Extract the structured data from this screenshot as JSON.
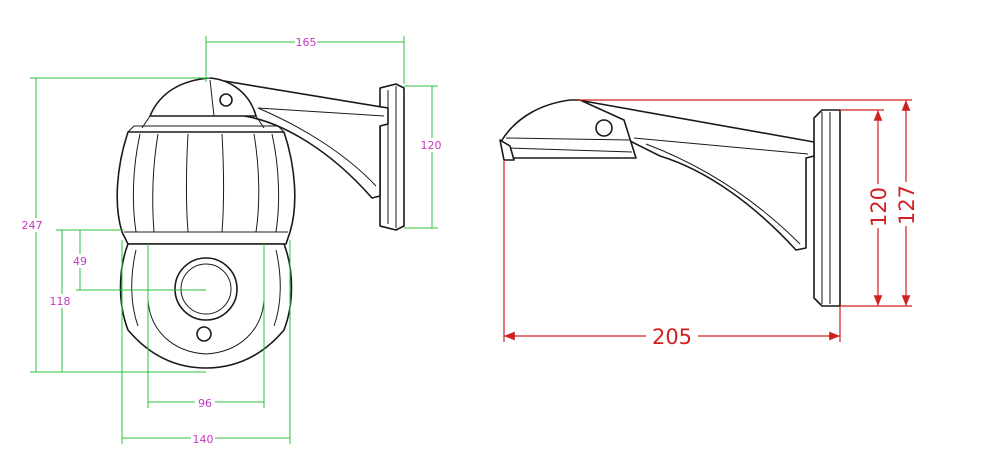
{
  "front_view": {
    "dimensions": {
      "width_bracket": "165",
      "height_total": "247",
      "mount_plate_height": "120",
      "height_lower": "118",
      "lens_offset": "49",
      "lens_housing_width": "96",
      "body_width": "140"
    }
  },
  "side_view": {
    "dimensions": {
      "depth": "205",
      "plate_inner_height": "120",
      "plate_outer_height": "127"
    }
  },
  "colors": {
    "outline": "#1a1a1a",
    "front_dimension_line": "#2fbf3a",
    "front_dimension_text": "#c23ac2",
    "side_dimension": "#d12020"
  }
}
